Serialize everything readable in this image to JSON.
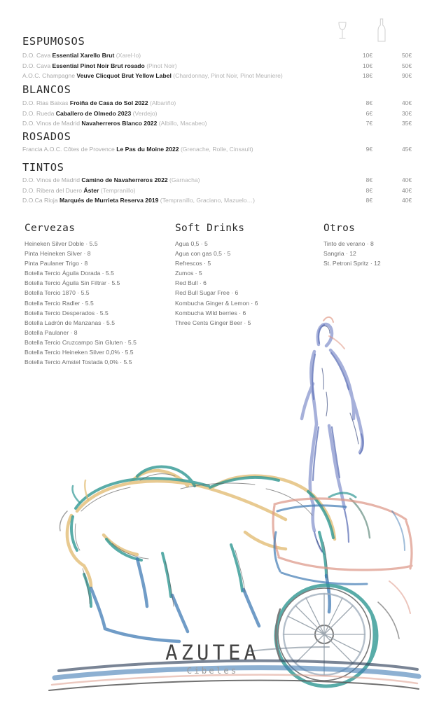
{
  "price_columns": {
    "glass_icon": "wine-glass-icon",
    "bottle_icon": "wine-bottle-icon"
  },
  "wine_sections": [
    {
      "id": "espumosos",
      "title": "ESPUMOSOS",
      "rows": [
        {
          "do": "D.O. Cava",
          "name": "Essential Xarello Brut",
          "grapes": "(Xarel·lo)",
          "glass": "10€",
          "bottle": "50€"
        },
        {
          "do": "D.O. Cava",
          "name": "Essential Pinot Noir Brut rosado",
          "grapes": "(Pinot Noir)",
          "glass": "10€",
          "bottle": "50€"
        },
        {
          "do": "A.O.C. Champagne",
          "name": "Veuve Clicquot Brut Yellow Label",
          "grapes": "(Chardonnay, Pinot Noir, Pinot Meuniere)",
          "glass": "18€",
          "bottle": "90€"
        }
      ]
    },
    {
      "id": "blancos",
      "title": "BLANCOS",
      "rows": [
        {
          "do": "D.O. Rias Baixas",
          "name": "Froiña de Casa do Sol 2022",
          "grapes": "(Albariño)",
          "glass": "8€",
          "bottle": "40€"
        },
        {
          "do": "D.O. Rueda",
          "name": "Caballero de Olmedo 2023",
          "grapes": "(Verdejo)",
          "glass": "6€",
          "bottle": "30€"
        },
        {
          "do": "D.O. Vinos de Madrid",
          "name": "Navaherreros Blanco 2022",
          "grapes": "(Albillo, Macabeo)",
          "glass": "7€",
          "bottle": "35€"
        }
      ]
    },
    {
      "id": "rosados",
      "title": "ROSADOS",
      "rows": [
        {
          "do": "Francia A.O.C. Côtes de Provence",
          "name": "Le Pas du Moine 2022",
          "grapes": "(Grenache, Rolle, Cinsault)",
          "glass": "9€",
          "bottle": "45€"
        }
      ]
    },
    {
      "id": "tintos",
      "title": "TINTOS",
      "rows": [
        {
          "do": "D.O. Vinos de Madrid",
          "name": "Camino de Navaherreros 2022",
          "grapes": "(Garnacha)",
          "glass": "8€",
          "bottle": "40€"
        },
        {
          "do": "D.O. Ribera del Duero",
          "name": "Áster",
          "grapes": "(Tempranillo)",
          "glass": "8€",
          "bottle": "40€"
        },
        {
          "do": "D.O.Ca Rioja",
          "name": "Marqués de Murrieta Reserva 2019",
          "grapes": "(Tempranillo, Graciano, Mazuelo…)",
          "glass": "8€",
          "bottle": "40€"
        }
      ]
    }
  ],
  "cervezas": {
    "title": "Cervezas",
    "items": [
      "Heineken Silver Doble · 5.5",
      "Pinta Heineken Silver · 8",
      "Pinta Paulaner Trigo · 8",
      "Botella Tercio Águila Dorada · 5.5",
      "Botella Tercio Águila Sin Filtrar · 5.5",
      "Botella Tercio 1870 · 5.5",
      "Botella Tercio Radler · 5.5",
      "Botella Tercio Desperados · 5.5",
      "Botella Ladrón de Manzanas · 5.5",
      "Botella Paulaner · 8",
      "Botella Tercio Cruzcampo Sin Gluten · 5.5",
      "Botella Tercio Heineken Silver 0,0% · 5.5",
      "Botella Tercio Amstel Tostada 0,0% · 5.5"
    ]
  },
  "soft_drinks": {
    "title": "Soft Drinks",
    "items": [
      "Agua 0,5 · 5",
      "Agua con gas 0,5 · 5",
      "Refrescos · 5",
      "Zumos · 5",
      "Red Bull · 6",
      "Red Bull Sugar Free · 6",
      "Kombucha Ginger & Lemon · 6",
      "Kombucha Wild berries · 6",
      "Three Cents Ginger Beer · 5"
    ]
  },
  "otros": {
    "title": "Otros",
    "items": [
      "Tinto de verano · 8",
      "Sangria · 12",
      "St. Petroni Spritz · 12"
    ]
  },
  "logo": {
    "word": "AZUTEA",
    "sub": "Cibeles"
  },
  "illustration": {
    "name": "cibeles-chariot-watercolor",
    "colors": {
      "teal": "#1d8f8a",
      "ochre": "#e0b86a",
      "blue": "#2f6fae",
      "violet": "#8e9ad0",
      "salmon": "#e09a86",
      "ink": "#4a4a4a"
    }
  }
}
